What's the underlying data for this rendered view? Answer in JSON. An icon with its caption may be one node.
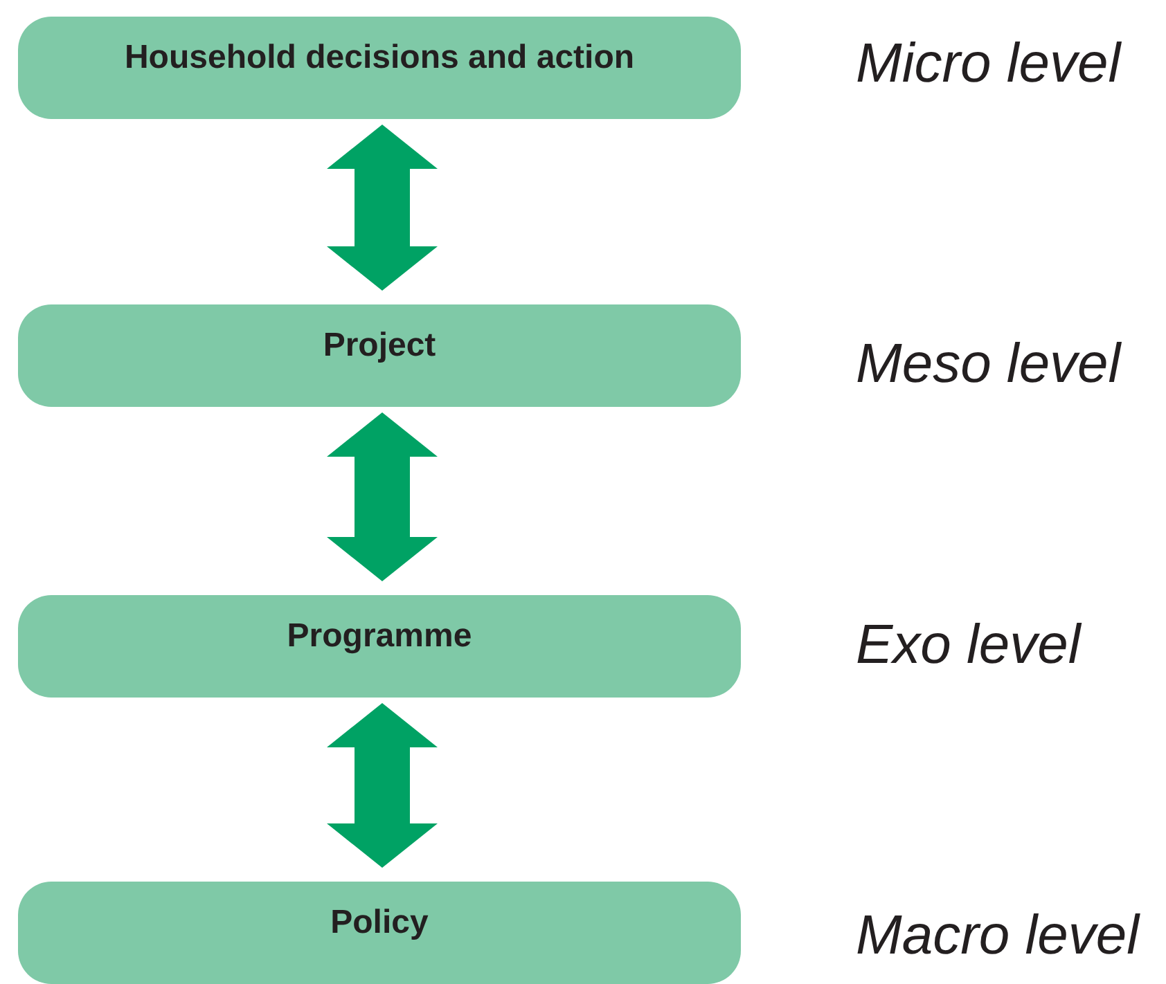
{
  "diagram": {
    "nodes": [
      {
        "text": [
          "Household decisions and action"
        ],
        "beside": [
          "Micro level"
        ]
      },
      {
        "text": [
          "Project"
        ],
        "beside": [
          "Meso level"
        ]
      },
      {
        "text": [
          "Programme"
        ],
        "beside": [
          "Exo level"
        ]
      },
      {
        "text": [
          "Policy"
        ],
        "beside": [
          "Macro level"
        ]
      }
    ],
    "edges": [
      {
        "from": 0,
        "to": 1,
        "arrow": "both",
        "style": "thick"
      },
      {
        "from": 1,
        "to": 2,
        "arrow": "both",
        "style": "thick"
      },
      {
        "from": 2,
        "to": 3,
        "arrow": "both",
        "style": "thick"
      }
    ]
  }
}
